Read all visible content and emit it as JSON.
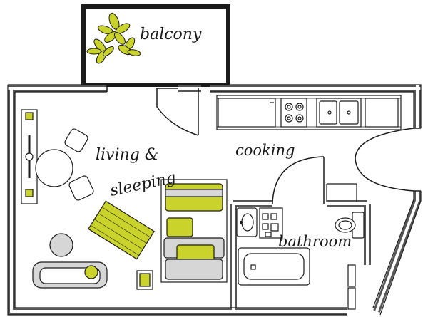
{
  "rooms": {
    "balcony": "balcony",
    "living_line1": "living &",
    "living_line2": "sleeping",
    "cooking": "cooking",
    "bathroom": "bathroom"
  },
  "colors": {
    "wall": "#555555",
    "outline": "#1a1a1a",
    "accent": "#c9d32b",
    "furniture_gray": "#d6d6d6"
  }
}
